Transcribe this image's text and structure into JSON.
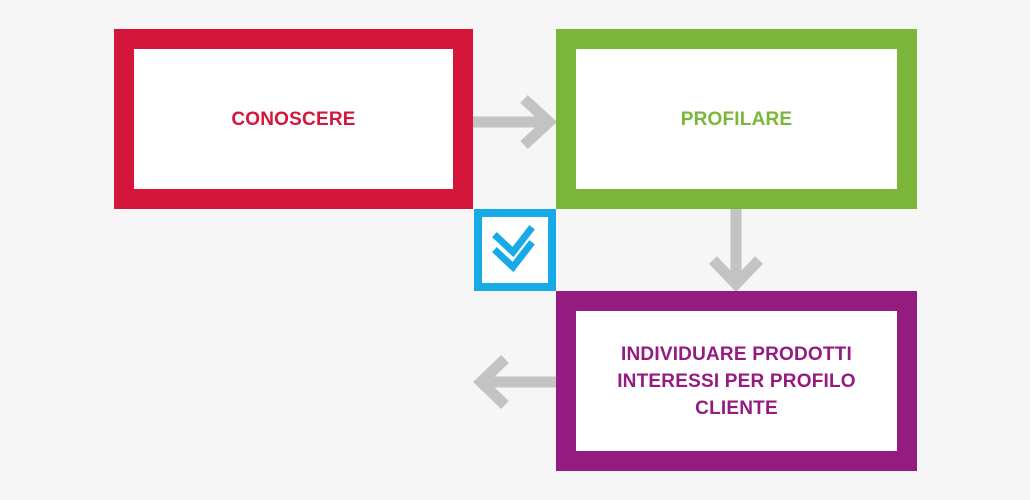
{
  "diagram": {
    "nodes": [
      {
        "id": "conoscere",
        "label": "CONOSCERE",
        "color": "#d4163b"
      },
      {
        "id": "profilare",
        "label": "PROFILARE",
        "color": "#7ab63a"
      },
      {
        "id": "individuare",
        "label": "INDIVIDUARE PRODOTTI INTERESSI PER PROFILO CLIENTE",
        "color": "#941b7f"
      }
    ],
    "edges": [
      {
        "from": "conoscere",
        "to": "profilare",
        "direction": "right"
      },
      {
        "from": "profilare",
        "to": "individuare",
        "direction": "down"
      },
      {
        "from": "individuare",
        "to": "",
        "direction": "left"
      }
    ],
    "badge": {
      "icon": "double-chevron-down-icon",
      "color": "#18aae6"
    },
    "arrow_color": "#c3c3c3",
    "background": "#f6f6f6"
  }
}
